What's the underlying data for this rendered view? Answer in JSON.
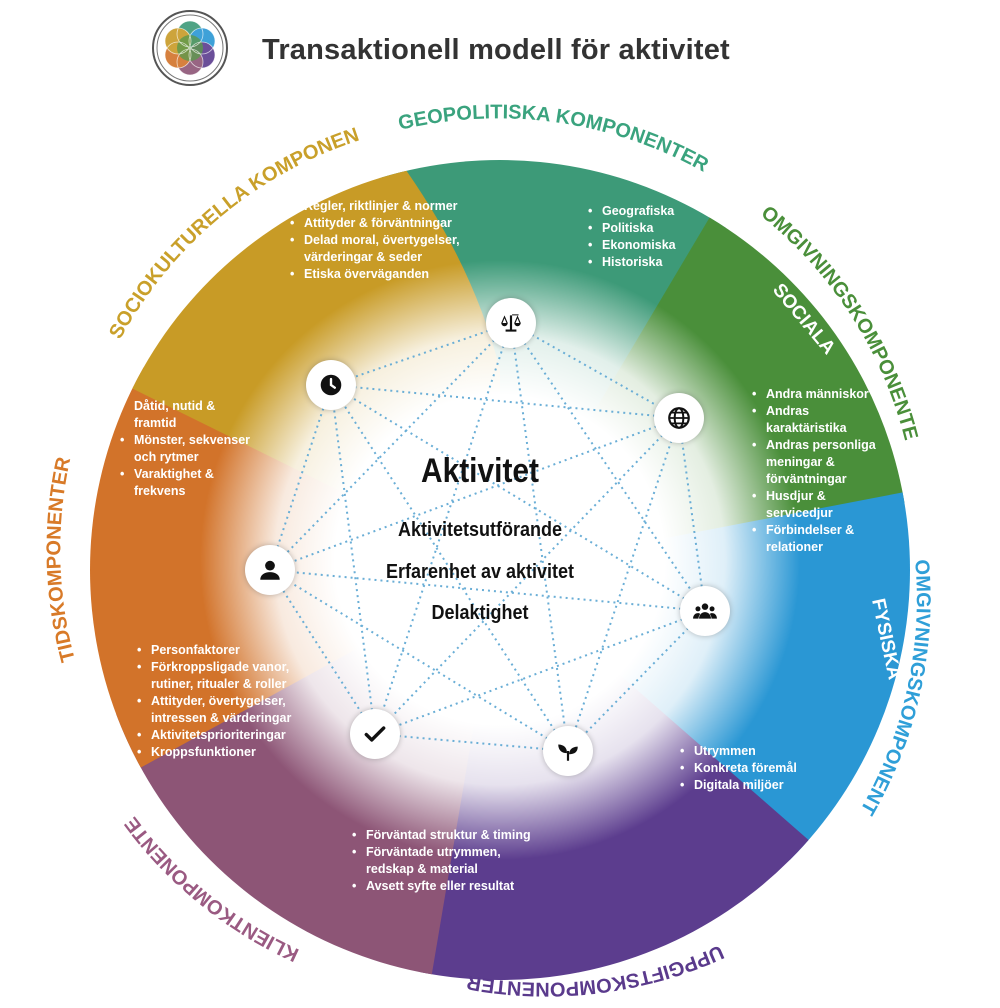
{
  "title": "Transaktionell modell för aktivitet",
  "center": {
    "heading": "Aktivitet",
    "lines": [
      "Aktivitetsutförande",
      "Erfarenhet av aktivitet",
      "Delaktighet"
    ]
  },
  "segments": {
    "geopolitical": {
      "label": "GEOPOLITISKA KOMPONENTER",
      "color": "#3d9a78",
      "items": [
        "Geografiska",
        "Politiska",
        "Ekonomiska",
        "Historiska"
      ]
    },
    "environment_social": {
      "label": "OMGIVNINGSKOMPONENTER",
      "sublabel": "SOCIALA",
      "color": "#4a8f3a",
      "items": [
        "Andra människor",
        "Andras karaktäristika",
        "Andras personliga meningar & förväntningar",
        "Husdjur & servicedjur",
        "Förbindelser & relationer"
      ]
    },
    "environment_physical": {
      "label": "OMGIVNINGSKOMPONENTER",
      "sublabel": "FYSISKA",
      "color": "#2a97d4",
      "items": [
        "Utrymmen",
        "Konkreta föremål",
        "Digitala miljöer"
      ]
    },
    "task": {
      "label": "UPPGIFTSKOMPONENTER",
      "color": "#5c3d8e",
      "items": [
        "Förväntad struktur & timing",
        "Förväntade utrymmen, redskap & material",
        "Avsett syfte eller resultat"
      ]
    },
    "client": {
      "label": "KLIENTKOMPONENTER",
      "color": "#8d5576",
      "items": [
        "Personfaktorer",
        "Förkroppsligade vanor, rutiner, ritualer & roller",
        "Attityder, övertygelser, intressen & värderingar",
        "Aktivitetsprioriteringar",
        "Kroppsfunktioner"
      ]
    },
    "time": {
      "label": "TIDSKOMPONENTER",
      "color": "#d2732a",
      "items": [
        "Dåtid, nutid & framtid",
        "Mönster, sekvenser och rytmer",
        "Varaktighet & frekvens"
      ]
    },
    "sociocultural": {
      "label": "SOCIOKULTURELLA KOMPONENTER",
      "color": "#c89b26",
      "items": [
        "Regler, riktlinjer & normer",
        "Attityder & förväntningar",
        "Delad moral, övertygelser, värderingar & seder",
        "Etiska överväganden"
      ]
    },
    "label_colors": {
      "geopolitical": "#3aa37e",
      "environment_social": "#4a8f3a",
      "environment_physical": "#2f9fd8",
      "task": "#5a3a8c",
      "client": "#9a5a82",
      "time": "#d87a28",
      "sociocultural": "#c9a02a"
    }
  },
  "nodes": [
    "scale-icon",
    "globe-icon",
    "people-icon",
    "sprout-icon",
    "check-icon",
    "person-icon",
    "clock-icon"
  ]
}
